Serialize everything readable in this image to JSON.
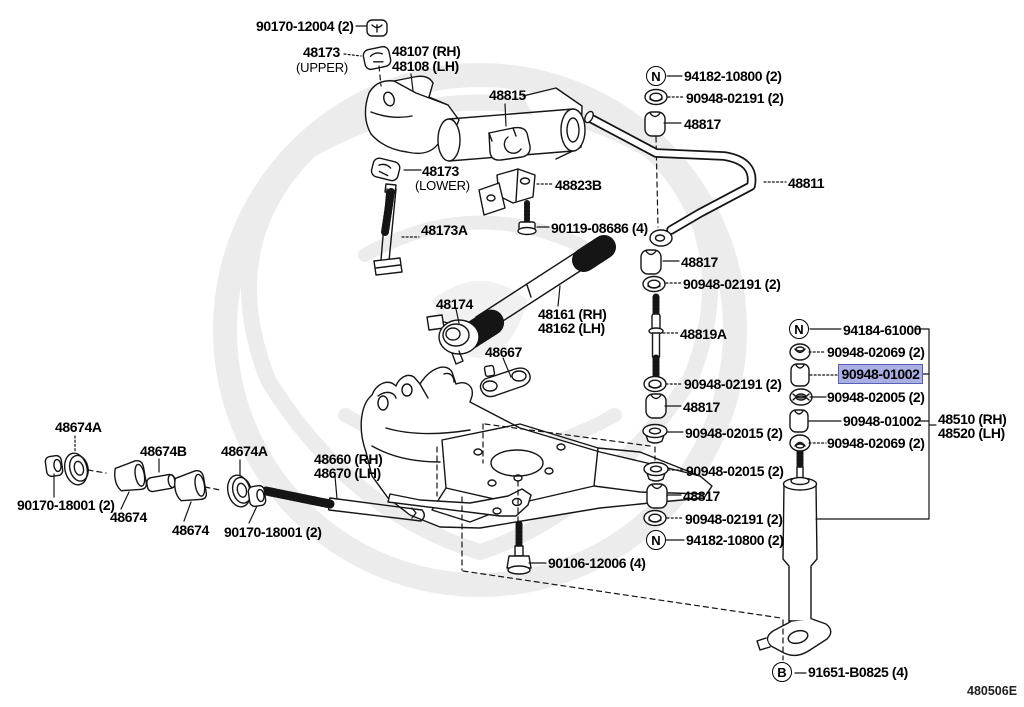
{
  "diagram": {
    "code": "480506E",
    "highlight": {
      "bg": "#a9afe3",
      "border": "#5a5fb8"
    },
    "badges": {
      "n_top": "N",
      "n_right": "N",
      "n_bottom": "N",
      "b_bottom": "B"
    },
    "labels": {
      "nut_upper": "90170-12004 (2)",
      "cam_upper": "48173",
      "cam_upper_sub": "(UPPER)",
      "hanger_rh": "48107 (RH)",
      "hanger_lh": "48108 (LH)",
      "bush_48815": "48815",
      "cam_lower": "48173",
      "cam_lower_sub": "(LOWER)",
      "bolt_48173a": "48173A",
      "bracket_48823b": "48823B",
      "bolt_90119": "90119-08686 (4)",
      "bush_48174": "48174",
      "torsion_rh": "48161 (RH)",
      "torsion_lh": "48162 (LH)",
      "arm_48667": "48667",
      "nut_94182_top": "94182-10800 (2)",
      "washer_02191_top": "90948-02191 (2)",
      "bush_48817_1": "48817",
      "stab_48811": "48811",
      "bush_48817_2": "48817",
      "washer_02191_2": "90948-02191 (2)",
      "link_48819a": "48819A",
      "washer_02191_3": "90948-02191 (2)",
      "bush_48817_3": "48817",
      "cup_02015_1": "90948-02015 (2)",
      "cup_02015_2": "90948-02015 (2)",
      "bush_48817_4": "48817",
      "washer_02191_4": "90948-02191 (2)",
      "nut_94182_bot": "94182-10800 (2)",
      "nut_94184": "94184-61000",
      "ret_02069_1": "90948-02069 (2)",
      "collar_01002_hl": "90948-01002",
      "washer_02005": "90948-02005 (2)",
      "collar_01002_2": "90948-01002",
      "ret_02069_2": "90948-02069 (2)",
      "shock_rh": "48510 (RH)",
      "shock_lh": "48520 (LH)",
      "washer_48674a_1": "48674A",
      "collar_48674b": "48674B",
      "washer_48674a_2": "48674A",
      "nut_90170_1": "90170-18001 (2)",
      "bush_48674_1": "48674",
      "bush_48674_2": "48674",
      "nut_90170_2": "90170-18001 (2)",
      "rod_rh": "48660 (RH)",
      "rod_lh": "48670 (LH)",
      "bolt_90106": "90106-12006 (4)",
      "bolt_91651": "91651-B0825 (4)"
    }
  }
}
